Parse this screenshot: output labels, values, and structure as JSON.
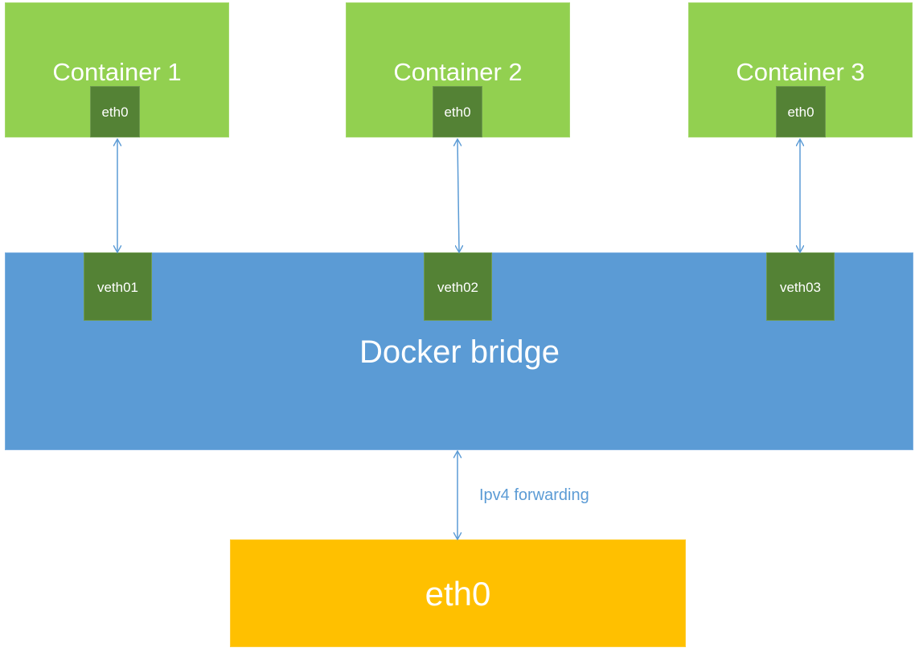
{
  "containers": [
    {
      "title": "Container 1",
      "iface": "eth0"
    },
    {
      "title": "Container 2",
      "iface": "eth0"
    },
    {
      "title": "Container 3",
      "iface": "eth0"
    }
  ],
  "bridge": {
    "title": "Docker bridge",
    "veths": [
      "veth01",
      "veth02",
      "veth03"
    ]
  },
  "host": {
    "iface": "eth0"
  },
  "forwarding_label": "Ipv4 forwarding",
  "colors": {
    "container": "#92d050",
    "iface": "#548235",
    "bridge": "#5b9bd5",
    "host": "#ffc000",
    "link": "#5b9bd5"
  }
}
